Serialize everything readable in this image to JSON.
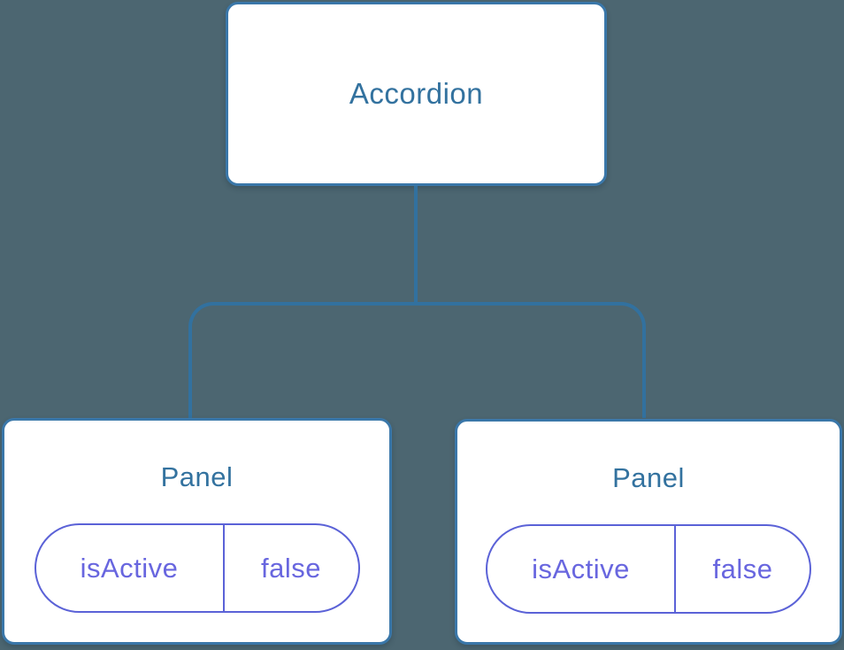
{
  "diagram": {
    "description": "Component tree: Accordion parent with two Panel children, each holding isActive state",
    "colors": {
      "background": "#4C6671",
      "connector_stroke": "#32719F",
      "box_border": "#3A77A9",
      "box_fill": "#FFFFFF",
      "component_label": "#33729F",
      "state_pill_stroke": "#5B62D7",
      "state_pill_text": "#6866DF"
    },
    "root": {
      "label": "Accordion"
    },
    "children": [
      {
        "label": "Panel",
        "state": {
          "key": "isActive",
          "value": "false"
        }
      },
      {
        "label": "Panel",
        "state": {
          "key": "isActive",
          "value": "false"
        }
      }
    ]
  }
}
